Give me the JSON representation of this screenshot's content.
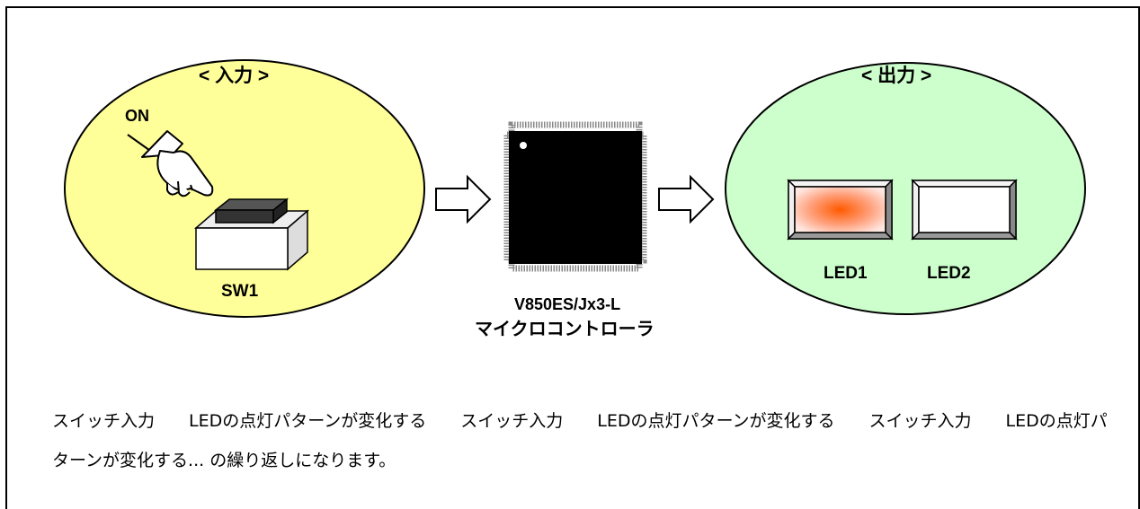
{
  "input_label": "< 入力 >",
  "output_label": "< 出力 >",
  "on_label": "ON",
  "switch_label": "SW1",
  "mcu_name": "V850ES/Jx3-L",
  "mcu_type": "マイクロコントローラ",
  "led1_label": "LED1",
  "led2_label": "LED2",
  "description": "スイッチ入力　　LEDの点灯パターンが変化する　　スイッチ入力　　LEDの点灯パターンが変化する　　スイッチ入力　　LEDの点灯パターンが変化する... の繰り返しになります。",
  "colors": {
    "input_fill": "#ffff99",
    "output_fill": "#ccffcc",
    "led_on": "#ff6a1a",
    "chip": "#000000"
  }
}
